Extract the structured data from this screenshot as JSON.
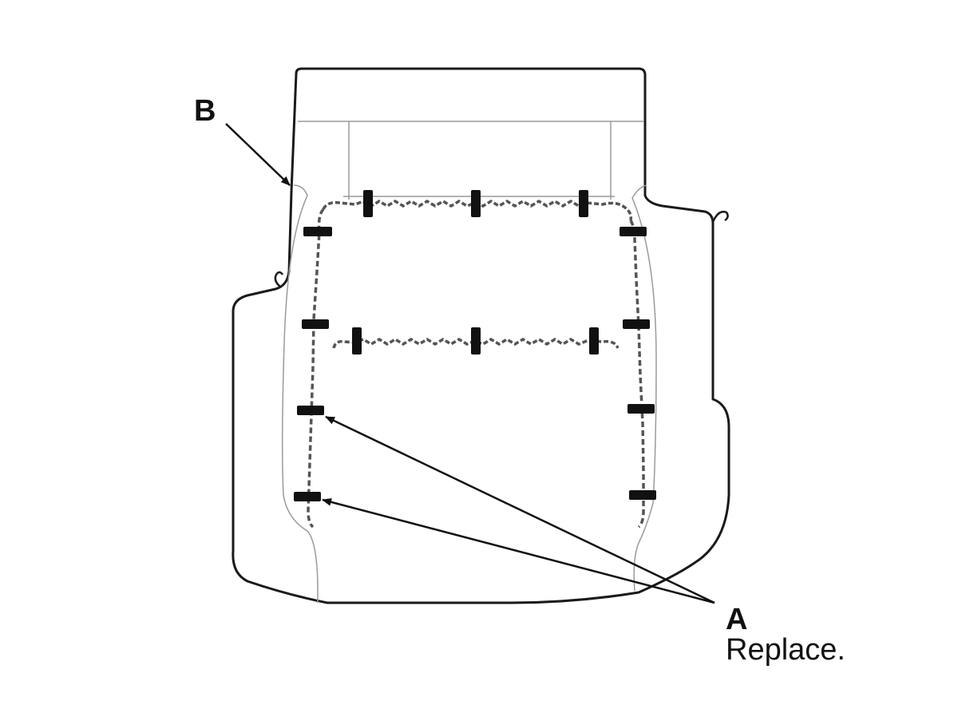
{
  "callouts": {
    "b": {
      "letter": "B"
    },
    "a": {
      "letter": "A",
      "note": "Replace."
    }
  },
  "colors": {
    "line": "#1a1a1a",
    "thin_line": "#9a9a9a",
    "clip": "#111111",
    "background": "#ffffff"
  }
}
